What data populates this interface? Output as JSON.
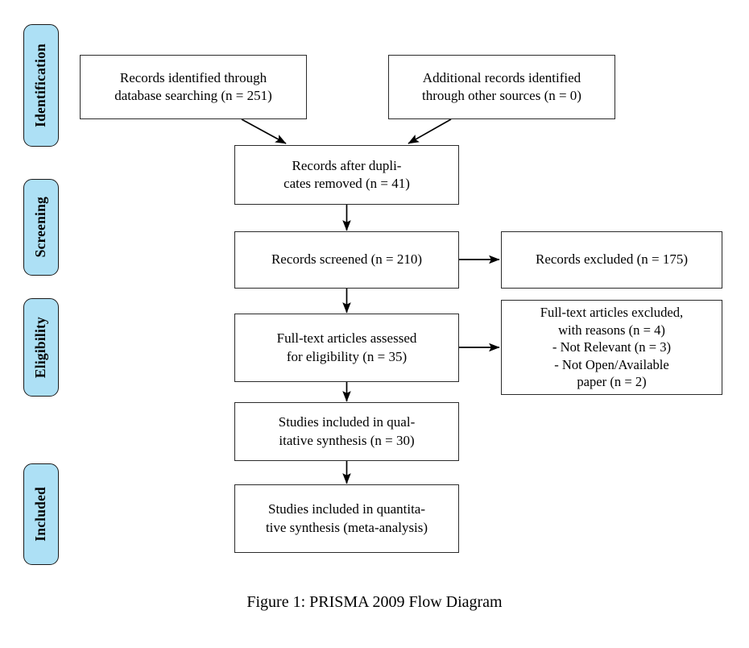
{
  "figure": {
    "caption": "Figure 1:  PRISMA 2009 Flow Diagram",
    "accent_color": "#ade0f5",
    "box_border_color": "#2b2b2b",
    "arrow_color": "#000000",
    "background_color": "#ffffff"
  },
  "stages": [
    {
      "label": "Identification"
    },
    {
      "label": "Screening"
    },
    {
      "label": "Eligibility"
    },
    {
      "label": "Included"
    }
  ],
  "boxes": {
    "records_database": "Records identified through\ndatabase searching (n = 251)",
    "records_other": "Additional records identified\nthrough other sources (n = 0)",
    "duplicates_removed": "Records after dupli-\ncates removed (n = 41)",
    "records_screened": "Records screened (n = 210)",
    "records_excluded": "Records excluded (n = 175)",
    "fulltext_assessed": "Full-text articles assessed\nfor eligibility (n = 35)",
    "fulltext_excluded": "Full-text articles excluded,\nwith reasons (n = 4)\n- Not Relevant (n = 3)\n- Not Open/Available\npaper (n = 2)",
    "qualitative_synthesis": "Studies included in qual-\nitative synthesis (n = 30)",
    "quantitative_synthesis": "Studies included in quantita-\ntive synthesis (meta-analysis)"
  },
  "counts": {
    "records_database_n": 251,
    "records_other_n": 0,
    "duplicates_removed_n": 41,
    "records_screened_n": 210,
    "records_excluded_n": 175,
    "fulltext_assessed_n": 35,
    "fulltext_excluded_n": 4,
    "not_relevant_n": 3,
    "not_open_available_n": 2,
    "qualitative_synthesis_n": 30
  }
}
